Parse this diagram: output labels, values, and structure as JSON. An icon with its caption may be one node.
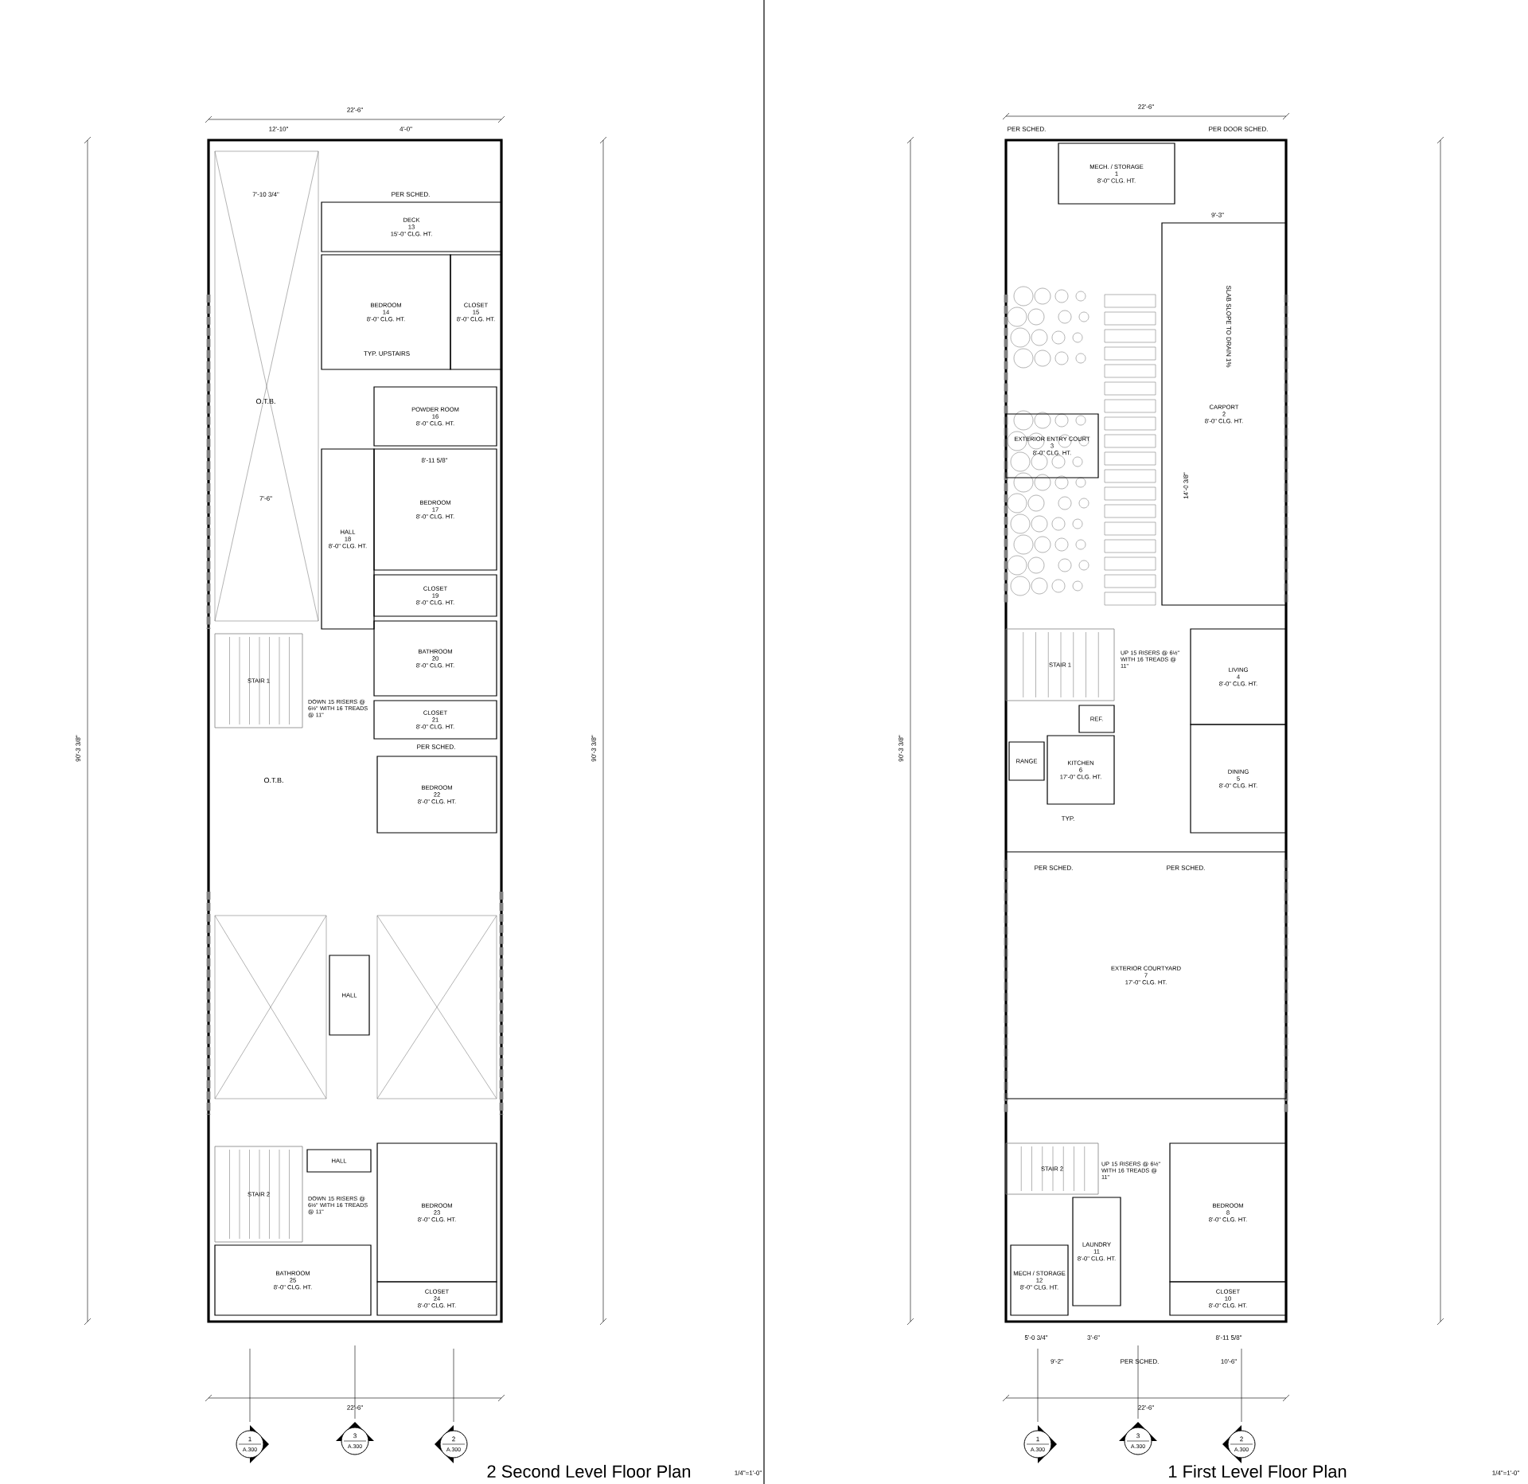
{
  "diagram": {
    "nodes": [
      {
        "text": [
          "DECK",
          "13",
          "15'-0\" CLG. HT."
        ]
      },
      {
        "text": [
          "BEDROOM",
          "14",
          "8'-0\" CLG. HT."
        ]
      },
      {
        "text": [
          "CLOSET",
          "15",
          "8'-0\" CLG. HT."
        ]
      },
      {
        "text": [
          "POWDER ROOM",
          "16",
          "8'-0\" CLG. HT."
        ]
      },
      {
        "text": [
          "HALL",
          "18",
          "8'-0\" CLG. HT."
        ]
      },
      {
        "text": [
          "BEDROOM",
          "17",
          "8'-0\" CLG. HT."
        ]
      },
      {
        "text": [
          "CLOSET",
          "19",
          "8'-0\" CLG. HT."
        ]
      },
      {
        "text": [
          "STAIR 1"
        ]
      },
      {
        "text": [
          "BATHROOM",
          "20",
          "8'-0\" CLG. HT."
        ]
      },
      {
        "text": [
          "CLOSET",
          "21",
          "8'-0\" CLG. HT."
        ]
      },
      {
        "text": [
          "BEDROOM",
          "22",
          "8'-0\" CLG. HT."
        ]
      },
      {
        "text": [
          "HALL"
        ]
      },
      {
        "text": [
          "STAIR 2"
        ]
      },
      {
        "text": [
          "HALL"
        ]
      },
      {
        "text": [
          "BEDROOM",
          "23",
          "8'-0\" CLG. HT."
        ]
      },
      {
        "text": [
          "BATHROOM",
          "25",
          "8'-0\" CLG. HT."
        ]
      },
      {
        "text": [
          "CLOSET",
          "24",
          "8'-0\" CLG. HT."
        ]
      },
      {
        "text": [
          "MECH. / STORAGE",
          "1",
          "8'-0\" CLG. HT."
        ]
      },
      {
        "text": [
          "EXTERIOR ENTRY COURT",
          "3",
          "8'-0\" CLG. HT."
        ]
      },
      {
        "text": [
          "CARPORT",
          "2",
          "8'-0\" CLG. HT."
        ]
      },
      {
        "text": [
          "STAIR 1"
        ]
      },
      {
        "text": [
          "REF."
        ]
      },
      {
        "text": [
          "RANGE"
        ]
      },
      {
        "text": [
          "KITCHEN",
          "6",
          "17'-0\" CLG. HT."
        ]
      },
      {
        "text": [
          "LIVING",
          "4",
          "8'-0\" CLG. HT."
        ]
      },
      {
        "text": [
          "DINING",
          "5",
          "8'-0\" CLG. HT."
        ]
      },
      {
        "text": [
          "EXTERIOR COURTYARD",
          "7",
          "17'-0\" CLG. HT."
        ]
      },
      {
        "text": [
          "STAIR 2"
        ]
      },
      {
        "text": [
          "BEDROOM",
          "8",
          "8'-0\" CLG. HT."
        ]
      },
      {
        "text": [
          "LAUNDRY",
          "11",
          "8'-0\" CLG. HT."
        ]
      },
      {
        "text": [
          "MECH / STORAGE",
          "12",
          "8'-0\" CLG. HT."
        ]
      },
      {
        "text": [
          "CLOSET",
          "10",
          "8'-0\" CLG. HT."
        ]
      }
    ],
    "labels": [
      "22'-6\"",
      "12'-10\"",
      "4'-0\"",
      "7'-10 3/4\"",
      "PER SCHED.",
      "O.T.B.",
      "TYP. UPSTAIRS",
      "7'-6\"",
      "8'-11 5/8\"",
      "DOWN 15 RISERS @ 6½\" WITH 16 TREADS @ 11\"",
      "O.T.B.",
      "PER SCHED.",
      "DOWN 15 RISERS @ 6½\" WITH 16 TREADS @ 11\"",
      "22'-6\"",
      "90'-3 3/8\"",
      "90'-3 3/8\"",
      "2 Second Level Floor Plan",
      "1/4\"=1'-0\"",
      "22'-6\"",
      "PER SCHED.",
      "PER DOOR SCHED.",
      "9'-3\"",
      "SLAB SLOPE TO DRAIN 1%",
      "14'-0 3/8\"",
      "UP 15 RISERS @ 6½\" WITH 16 TREADS @ 11\"",
      "TYP.",
      "PER SCHED.",
      "PER SCHED.",
      "UP 15 RISERS @ 6½\" WITH 16 TREADS @ 11\"",
      "5'-0 3/4\"",
      "3'-6\"",
      "8'-11 5/8\"",
      "9'-2\"",
      "PER SCHED.",
      "10'-6\"",
      "22'-6\"",
      "90'-3 3/8\"",
      "1 First Level Floor Plan",
      "1/4\"=1'-0\"",
      "1",
      "A.300",
      "3",
      "A.300",
      "2",
      "A.300",
      "1",
      "A.300",
      "3",
      "A.300",
      "2",
      "A.300"
    ]
  }
}
